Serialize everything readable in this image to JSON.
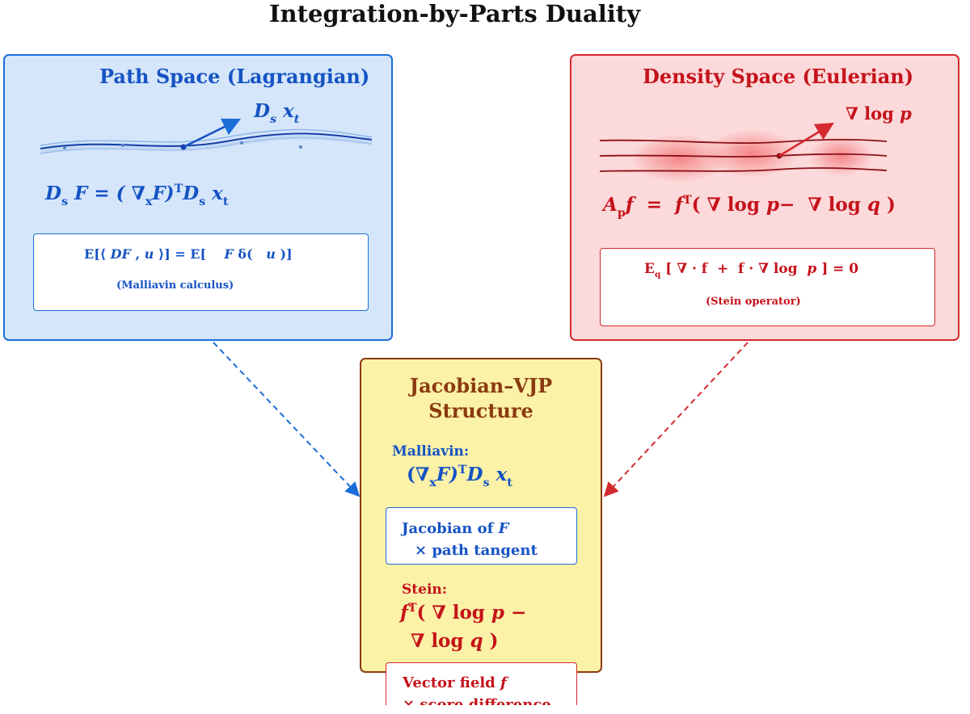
{
  "title": "Integration-by-Parts Duality",
  "colors": {
    "blue": "#1a6ed8",
    "red": "#d42a2f",
    "yellow_bg": "#fbf1a7",
    "brown": "#8b3a12"
  },
  "path_space": {
    "title": "Path Space (Lagrangian)",
    "arrow_label": {
      "D": "D",
      "s": "s",
      "x": "x",
      "t": "t"
    },
    "formula": {
      "D": "D",
      "s": "s",
      "eq": "F = (",
      "nabla": "∇",
      "x": "x",
      "close": "F)",
      "T": "T",
      "D2": "D",
      "s2": "s",
      "xt": "x",
      "t": "t"
    },
    "box_formula": {
      "a": "E[⟨",
      "b": "DF",
      "c": ",",
      "d": "u",
      "e": "⟩] = E[",
      "f": "F",
      "g": "δ(",
      "h": "u",
      "i": ")]"
    },
    "box_caption": "(Malliavin calculus)"
  },
  "density_space": {
    "title": "Density Space (Eulerian)",
    "arrow_label": {
      "nabla": "∇",
      "log": "log",
      "p": "p"
    },
    "formula": {
      "A": "A",
      "p": "p",
      "f": "f",
      "eq": "=",
      "f2": "f",
      "T": "T",
      "open": "( ∇ log",
      "p2": "p",
      "minus": "−",
      "nabla2": "∇ log",
      "q": "q",
      "close": ")"
    },
    "box_formula": {
      "E": "E",
      "q": "q",
      "a": "[",
      "b": "∇ · f",
      "c": "+",
      "d": "f · ∇ log",
      "e": "p",
      "f": "] = 0"
    },
    "box_caption": "(Stein operator)"
  },
  "jacobian": {
    "title_line1": "Jacobian–VJP",
    "title_line2": "Structure",
    "malliavin_label": "Malliavin:",
    "malliavin_formula": {
      "a": "(∇",
      "x": "x",
      "b": "F)",
      "T": "T",
      "D": "D",
      "s": "s",
      "xt": "x",
      "t": "t"
    },
    "jac_box": {
      "line1a": "Jacobian of",
      "line1b": "F",
      "line2": "× path tangent"
    },
    "stein_label": "Stein:",
    "stein_formula": {
      "f": "f",
      "T": "T",
      "a": "( ∇ log",
      "p": "p",
      "minus": "−",
      "b": "∇ log",
      "q": "q",
      "c": ")"
    },
    "vec_box": {
      "line1a": "Vector field",
      "line1b": "f",
      "line2": "× score difference"
    }
  }
}
